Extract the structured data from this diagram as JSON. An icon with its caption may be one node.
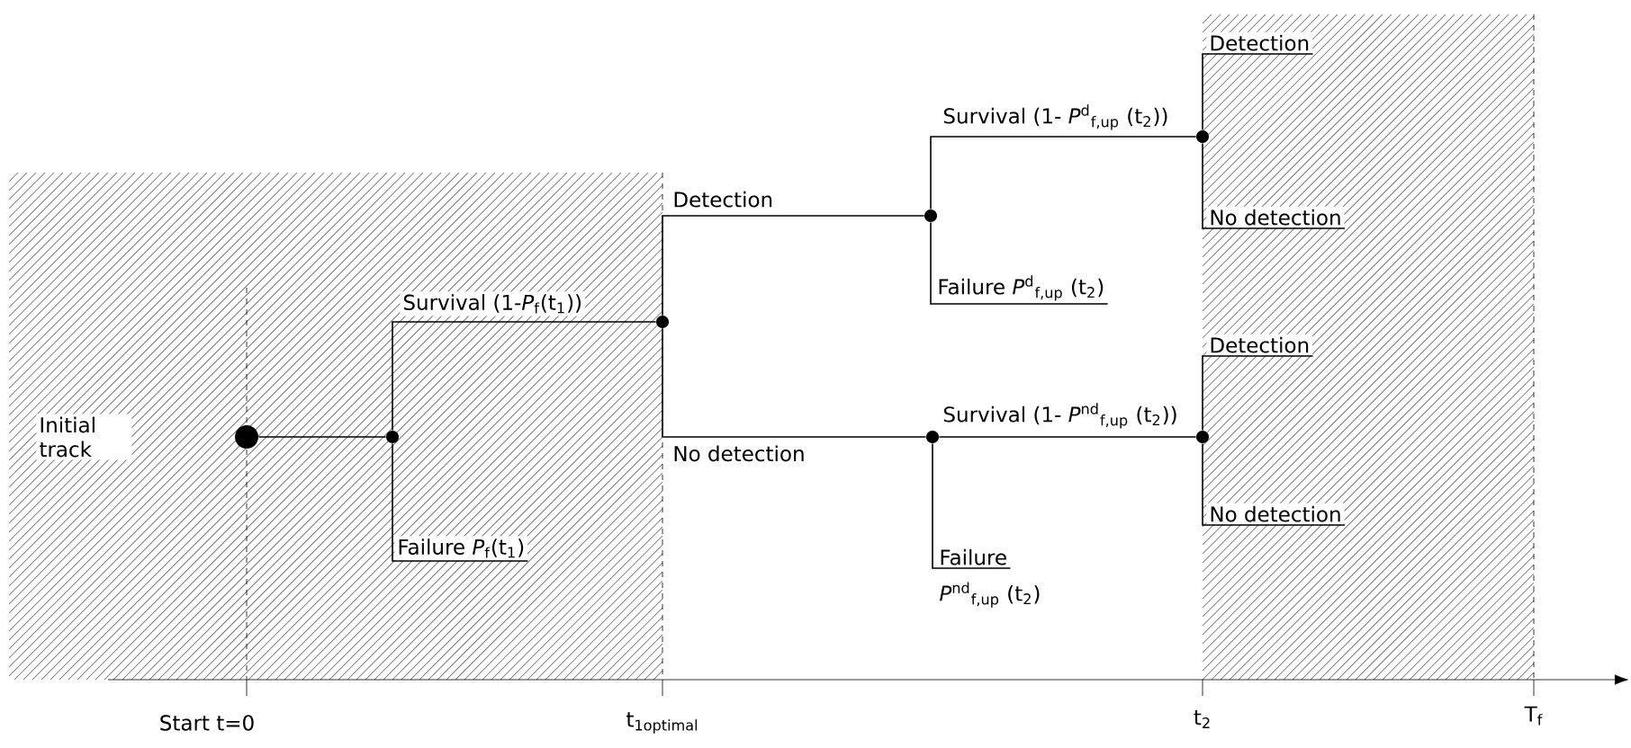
{
  "diagram": {
    "nodes": [
      {
        "text": [],
        "shape": "circle"
      },
      {
        "text": [],
        "shape": "circle"
      },
      {
        "text": [],
        "shape": "circle"
      },
      {
        "text": [
          "Failure *P*$_{f}$(t$_{1}$)"
        ]
      },
      {
        "text": [],
        "shape": "circle"
      },
      {
        "text": [],
        "shape": "circle"
      },
      {
        "text": [],
        "shape": "circle"
      },
      {
        "text": [
          "Failure *P*$^{d}$$_{f,up}$ (t$_{2}$)"
        ]
      },
      {
        "text": [],
        "shape": "circle"
      },
      {
        "text": [
          "Failure"
        ],
        "beside": [
          "*P*$^{nd}$$_{f,up}$ (t$_{2}$)"
        ]
      },
      {
        "text": [
          "Detection"
        ]
      },
      {
        "text": [
          "No detection"
        ]
      },
      {
        "text": [
          "Detection"
        ]
      },
      {
        "text": [
          "No detection"
        ]
      }
    ],
    "edges": [
      {
        "from": 0,
        "to": 1,
        "arrow": "none"
      },
      {
        "from": 1,
        "to": 2,
        "arrow": "none",
        "label": "Survival (1-*P*$_{f}$(t$_{1}$))"
      },
      {
        "from": 1,
        "to": 3,
        "arrow": "none"
      },
      {
        "from": 2,
        "to": 4,
        "arrow": "none",
        "label": "Detection"
      },
      {
        "from": 2,
        "to": 5,
        "arrow": "none",
        "label": "No detection"
      },
      {
        "from": 4,
        "to": 6,
        "arrow": "none",
        "label": "Survival (1- *P*$^{d}$$_{f,up}$ (t$_{2}$))"
      },
      {
        "from": 4,
        "to": 7,
        "arrow": "none"
      },
      {
        "from": 5,
        "to": 8,
        "arrow": "none",
        "label": "Survival (1- *P*$^{nd}$$_{f,up}$ (t$_{2}$))"
      },
      {
        "from": 5,
        "to": 9,
        "arrow": "none"
      },
      {
        "from": 6,
        "to": 10,
        "arrow": "none"
      },
      {
        "from": 6,
        "to": 11,
        "arrow": "none"
      },
      {
        "from": 8,
        "to": 12,
        "arrow": "none"
      },
      {
        "from": 8,
        "to": 13,
        "arrow": "none"
      }
    ],
    "labels": [
      "Initial track",
      "Start t=0",
      "t$_{1optimal}$",
      "t$_{2}$",
      "T$_{f}$"
    ]
  }
}
